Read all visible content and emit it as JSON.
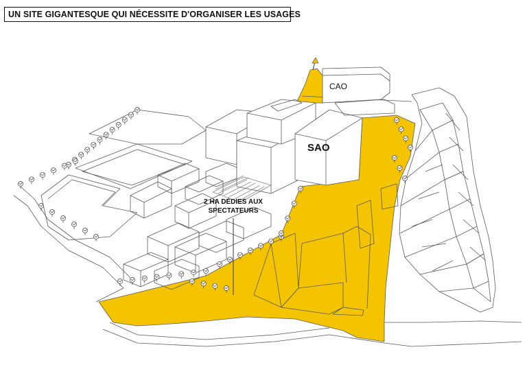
{
  "title": "UN SITE GIGANTESQUE QUI NÉCESSITE D'ORGANISER LES USAGES",
  "labels": {
    "cao": "CAO",
    "sao": "SAO",
    "spectators_line1": "2 HA DÉDIES AUX",
    "spectators_line2": "SPECTATEURS"
  },
  "colors": {
    "highlight": "#f5c400",
    "line": "#5a5a5a",
    "text": "#111111"
  }
}
